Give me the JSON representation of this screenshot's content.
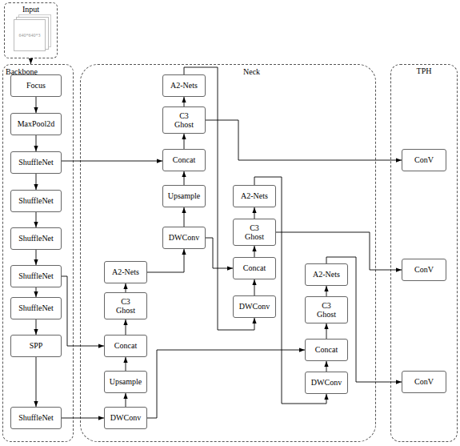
{
  "diagram": {
    "nodes": [
      {
        "text": [
          "Input"
        ]
      },
      {
        "text": [
          "640*640*3"
        ],
        "in": 0
      },
      {
        "text": [
          "Backbone"
        ]
      },
      {
        "text": [
          "Focus"
        ],
        "in": 2
      },
      {
        "text": [
          "MaxPool2d"
        ],
        "in": 2
      },
      {
        "text": [
          "ShuffleNet"
        ],
        "in": 2
      },
      {
        "text": [
          "ShuffleNet"
        ],
        "in": 2
      },
      {
        "text": [
          "ShuffleNet"
        ],
        "in": 2
      },
      {
        "text": [
          "ShuffleNet"
        ],
        "in": 2
      },
      {
        "text": [
          "ShuffleNet"
        ],
        "in": 2
      },
      {
        "text": [
          "SPP"
        ],
        "in": 2
      },
      {
        "text": [
          "ShuffleNet"
        ],
        "in": 2
      },
      {
        "text": [
          "Neck"
        ]
      },
      {
        "text": [
          "DWConv"
        ],
        "in": 12
      },
      {
        "text": [
          "Upsample"
        ],
        "in": 12
      },
      {
        "text": [
          "Concat"
        ],
        "in": 12
      },
      {
        "text": [
          "C3 Ghost"
        ],
        "in": 12
      },
      {
        "text": [
          "A2-Nets"
        ],
        "in": 12
      },
      {
        "text": [
          "DWConv"
        ],
        "in": 12
      },
      {
        "text": [
          "Upsample"
        ],
        "in": 12
      },
      {
        "text": [
          "Concat"
        ],
        "in": 12
      },
      {
        "text": [
          "C3 Ghost"
        ],
        "in": 12
      },
      {
        "text": [
          "A2-Nets"
        ],
        "in": 12
      },
      {
        "text": [
          "DWConv"
        ],
        "in": 12
      },
      {
        "text": [
          "Concat"
        ],
        "in": 12
      },
      {
        "text": [
          "C3 Ghost"
        ],
        "in": 12
      },
      {
        "text": [
          "A2-Nets"
        ],
        "in": 12
      },
      {
        "text": [
          "DWConv"
        ],
        "in": 12
      },
      {
        "text": [
          "Concat"
        ],
        "in": 12
      },
      {
        "text": [
          "C3 Ghost"
        ],
        "in": 12
      },
      {
        "text": [
          "A2-Nets"
        ],
        "in": 12
      },
      {
        "text": [
          "TPH"
        ]
      },
      {
        "text": [
          "ConV"
        ],
        "in": 31
      },
      {
        "text": [
          "ConV"
        ],
        "in": 31
      },
      {
        "text": [
          "ConV"
        ],
        "in": 31
      }
    ],
    "edges": [
      {
        "from": 0,
        "to": 2,
        "arrow": "to"
      },
      {
        "from": 3,
        "to": 4,
        "arrow": "to"
      },
      {
        "from": 4,
        "to": 5,
        "arrow": "to"
      },
      {
        "from": 5,
        "to": 6,
        "arrow": "to"
      },
      {
        "from": 6,
        "to": 7,
        "arrow": "to"
      },
      {
        "from": 7,
        "to": 8,
        "arrow": "to"
      },
      {
        "from": 8,
        "to": 9,
        "arrow": "to"
      },
      {
        "from": 9,
        "to": 10,
        "arrow": "to"
      },
      {
        "from": 10,
        "to": 11,
        "arrow": "to"
      },
      {
        "from": 5,
        "to": 20,
        "arrow": "to"
      },
      {
        "from": 8,
        "to": 15,
        "arrow": "to"
      },
      {
        "from": 11,
        "to": 13,
        "arrow": "to"
      },
      {
        "from": 13,
        "to": 14,
        "arrow": "to"
      },
      {
        "from": 14,
        "to": 15,
        "arrow": "to"
      },
      {
        "from": 15,
        "to": 16,
        "arrow": "to"
      },
      {
        "from": 16,
        "to": 17,
        "arrow": "to"
      },
      {
        "from": 17,
        "to": 18,
        "arrow": "to"
      },
      {
        "from": 18,
        "to": 19,
        "arrow": "to"
      },
      {
        "from": 19,
        "to": 20,
        "arrow": "to"
      },
      {
        "from": 20,
        "to": 21,
        "arrow": "to"
      },
      {
        "from": 21,
        "to": 22,
        "arrow": "to"
      },
      {
        "from": 18,
        "to": 24,
        "arrow": "to"
      },
      {
        "from": 22,
        "to": 23,
        "arrow": "to"
      },
      {
        "from": 21,
        "to": 32,
        "arrow": "to"
      },
      {
        "from": 23,
        "to": 24,
        "arrow": "to"
      },
      {
        "from": 24,
        "to": 25,
        "arrow": "to"
      },
      {
        "from": 25,
        "to": 26,
        "arrow": "to"
      },
      {
        "from": 26,
        "to": 27,
        "arrow": "to"
      },
      {
        "from": 25,
        "to": 33,
        "arrow": "to"
      },
      {
        "from": 13,
        "to": 28,
        "arrow": "to"
      },
      {
        "from": 27,
        "to": 28,
        "arrow": "to"
      },
      {
        "from": 28,
        "to": 29,
        "arrow": "to"
      },
      {
        "from": 29,
        "to": 30,
        "arrow": "to"
      },
      {
        "from": 30,
        "to": 34,
        "arrow": "to"
      }
    ]
  }
}
